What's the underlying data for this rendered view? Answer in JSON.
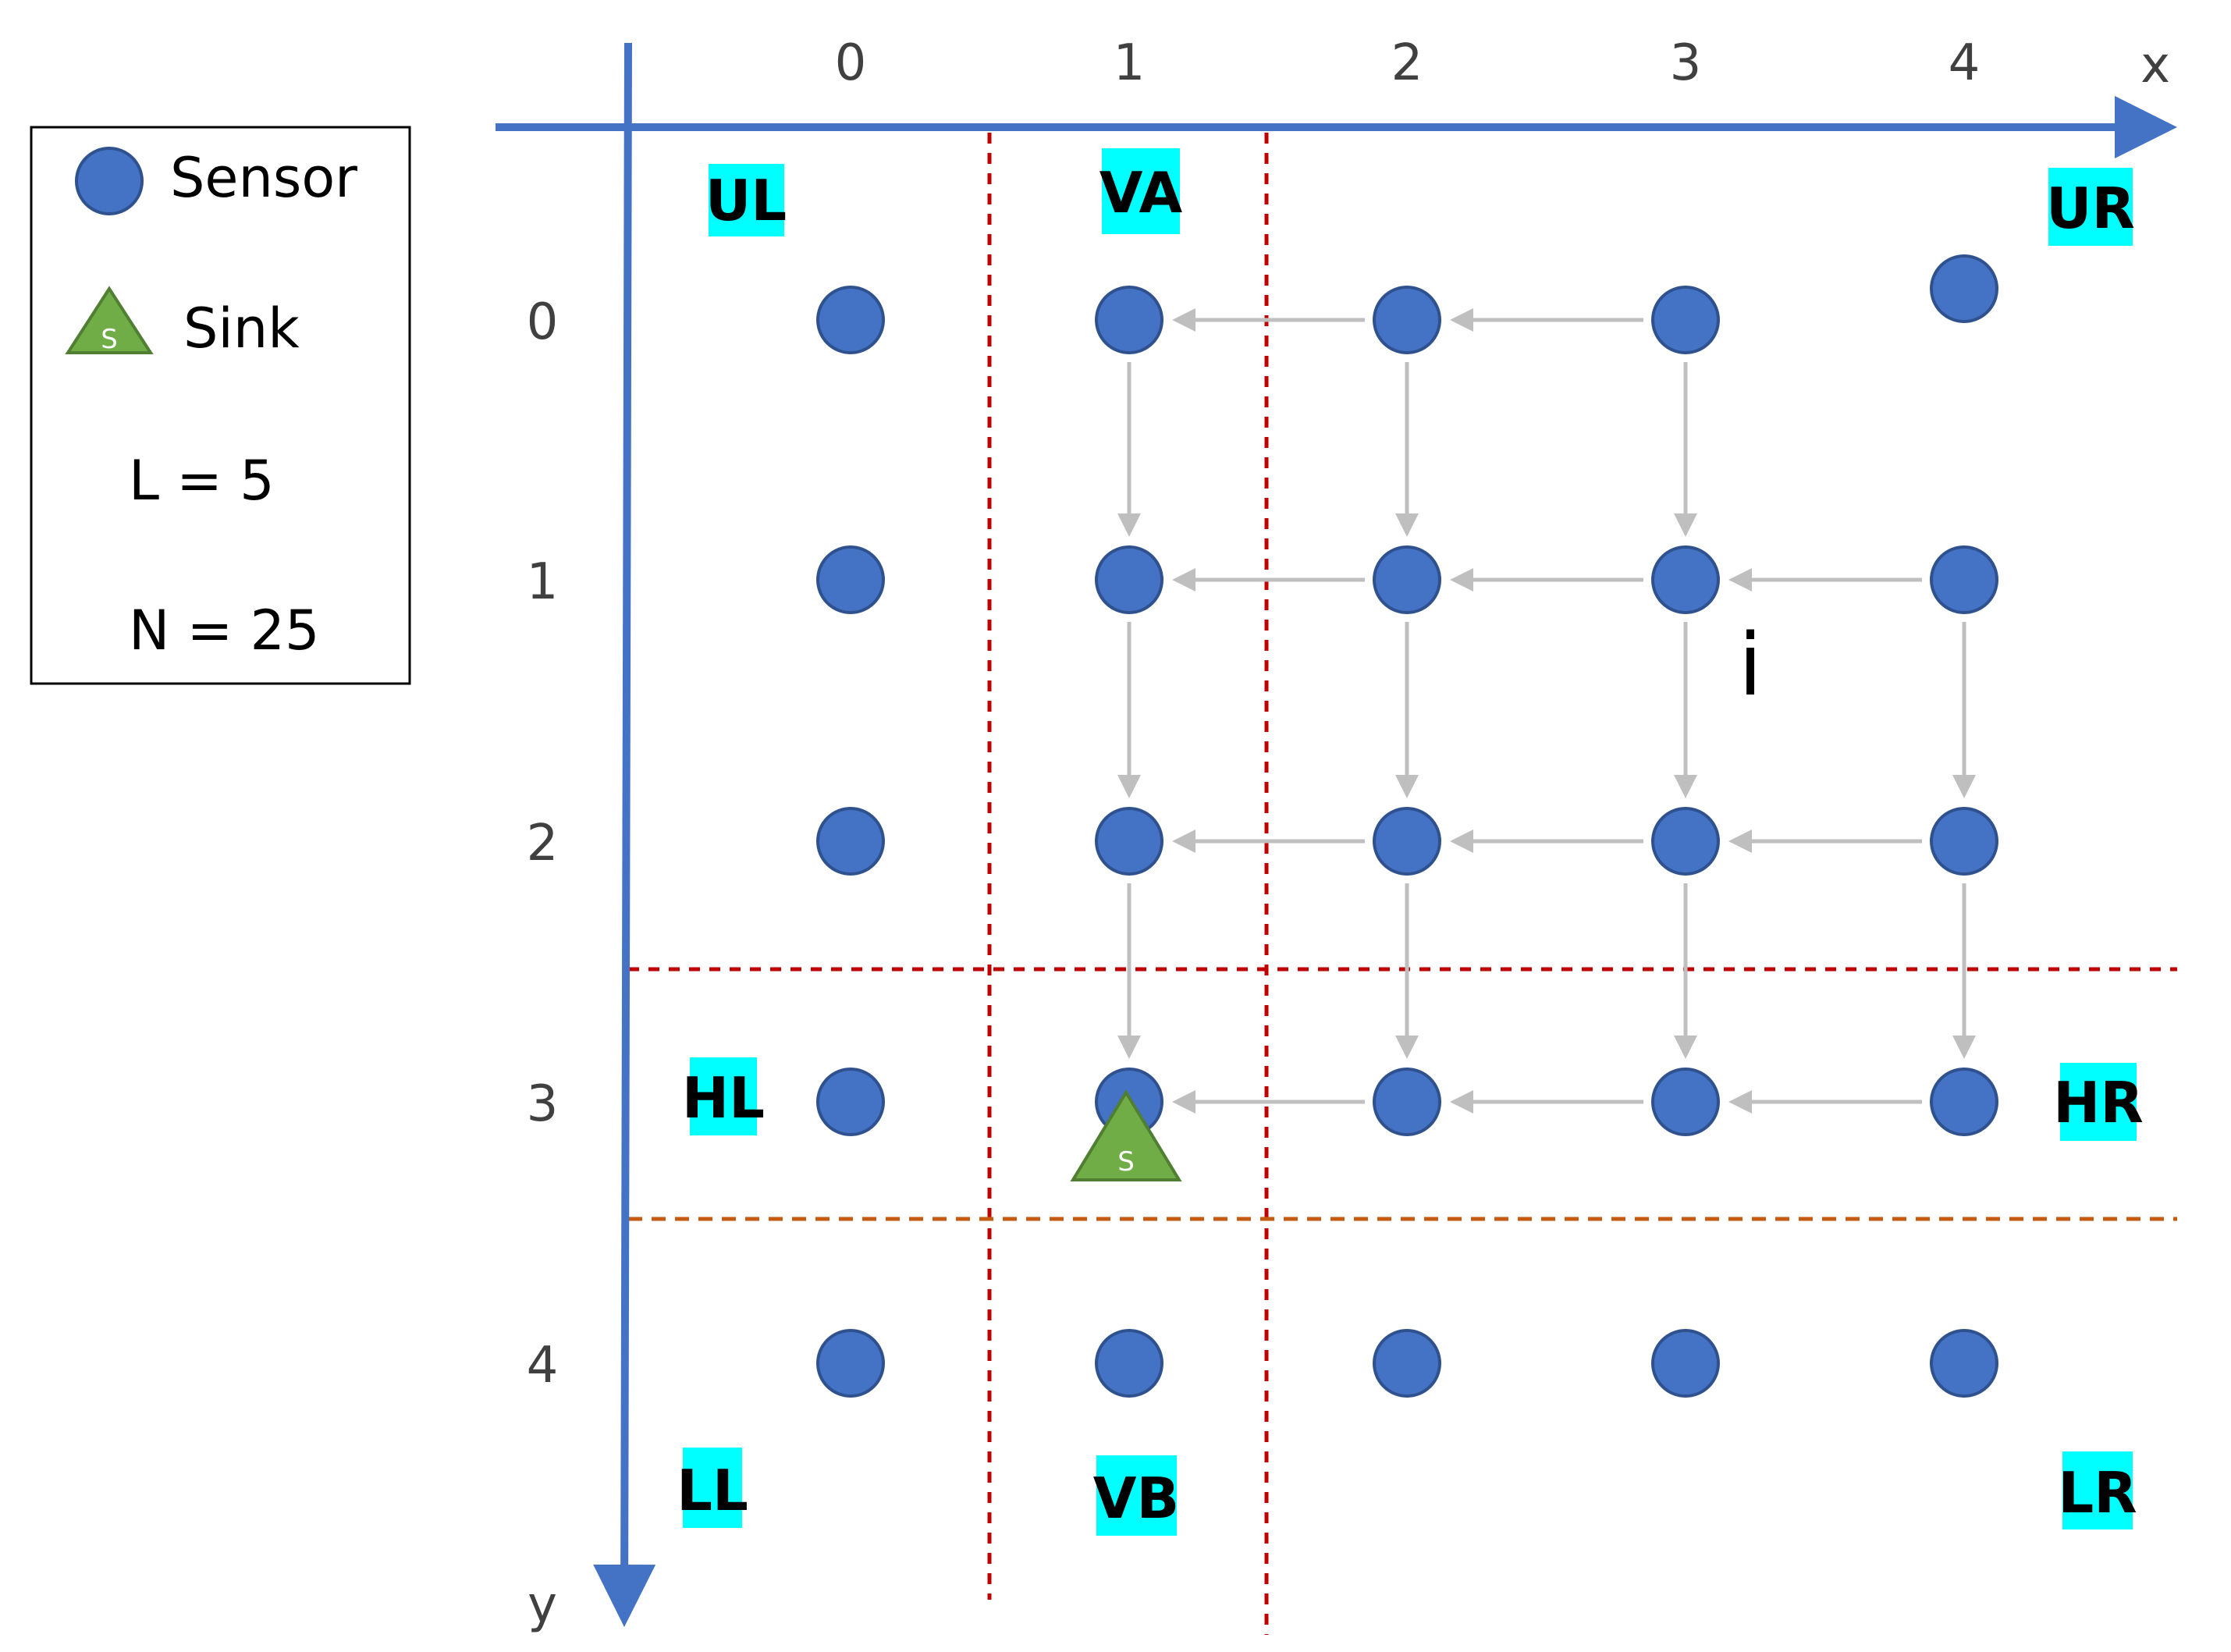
{
  "axes": {
    "x_label": "x",
    "y_label": "y",
    "x_ticks": [
      "0",
      "1",
      "2",
      "3",
      "4"
    ],
    "y_ticks": [
      "0",
      "1",
      "2",
      "3",
      "4"
    ]
  },
  "legend": {
    "sensor_label": "Sensor",
    "sink_label": "Sink",
    "sink_symbol": "S",
    "l_text": "L = 5",
    "n_text": "N = 25"
  },
  "regions": {
    "ul": "UL",
    "va": "VA",
    "ur": "UR",
    "hl": "HL",
    "hr": "HR",
    "ll": "LL",
    "vb": "VB",
    "lr": "LR"
  },
  "node_label": "i",
  "grid": {
    "size": 5,
    "sink": {
      "x": 1,
      "y": 3
    },
    "labeled_node": {
      "x": 3,
      "y": 1
    },
    "edges": [
      [
        3,
        0,
        2,
        0
      ],
      [
        2,
        0,
        1,
        0
      ],
      [
        1,
        0,
        1,
        1
      ],
      [
        2,
        0,
        2,
        1
      ],
      [
        3,
        0,
        3,
        1
      ],
      [
        4,
        1,
        3,
        1
      ],
      [
        3,
        1,
        2,
        1
      ],
      [
        2,
        1,
        1,
        1
      ],
      [
        1,
        1,
        1,
        2
      ],
      [
        2,
        1,
        2,
        2
      ],
      [
        3,
        1,
        3,
        2
      ],
      [
        4,
        1,
        4,
        2
      ],
      [
        4,
        2,
        3,
        2
      ],
      [
        3,
        2,
        2,
        2
      ],
      [
        2,
        2,
        1,
        2
      ],
      [
        1,
        2,
        1,
        3
      ],
      [
        2,
        2,
        2,
        3
      ],
      [
        3,
        2,
        3,
        3
      ],
      [
        4,
        2,
        4,
        3
      ],
      [
        4,
        3,
        3,
        3
      ],
      [
        3,
        3,
        2,
        3
      ],
      [
        2,
        3,
        1,
        3
      ]
    ]
  },
  "colors": {
    "axis": "#4472c4",
    "sensor_fill": "#4472c4",
    "sensor_stroke": "#2f528f",
    "sink_fill": "#70ad47",
    "sink_stroke": "#507e32",
    "arrow": "#bfbfbf",
    "divider_red": "#c00000",
    "divider_orange": "#c55a11",
    "region_bg": "#00ffff"
  }
}
